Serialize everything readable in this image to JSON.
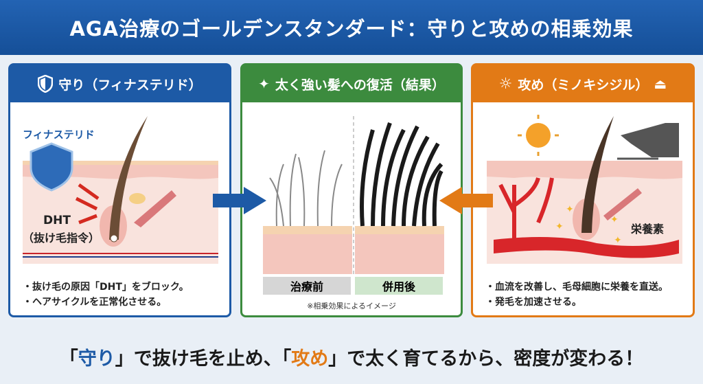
{
  "title": "AGA治療のゴールデンスタンダード：守りと攻めの相乗効果",
  "panels": {
    "defense": {
      "header": "守り（フィナステリド）",
      "drug_label": "フィナステリド",
      "dht_label": "DHT",
      "dht_note": "（抜け毛指令）",
      "bullets": [
        "・抜け毛の原因「DHT」をブロック。",
        "・ヘアサイクルを正常化させる。"
      ]
    },
    "result": {
      "header": "太く強い髪への復活（結果）",
      "before": "治療前",
      "after": "併用後",
      "note": "※相乗効果によるイメージ"
    },
    "offense": {
      "header": "攻め（ミノキシジル）",
      "nutrient_label": "栄養素",
      "bullets": [
        "・血流を改善し、毛母細胞に栄養を直送。",
        "・発毛を加速させる。"
      ]
    }
  },
  "bottom": {
    "q1": "「",
    "defense": "守り",
    "t1": "」で抜け毛を止め、「",
    "offense": "攻め",
    "t2": "」で太く育てるから、密度が変わる！"
  },
  "colors": {
    "blue": "#1d5aa6",
    "green": "#3c8b3e",
    "orange": "#e27a16"
  }
}
